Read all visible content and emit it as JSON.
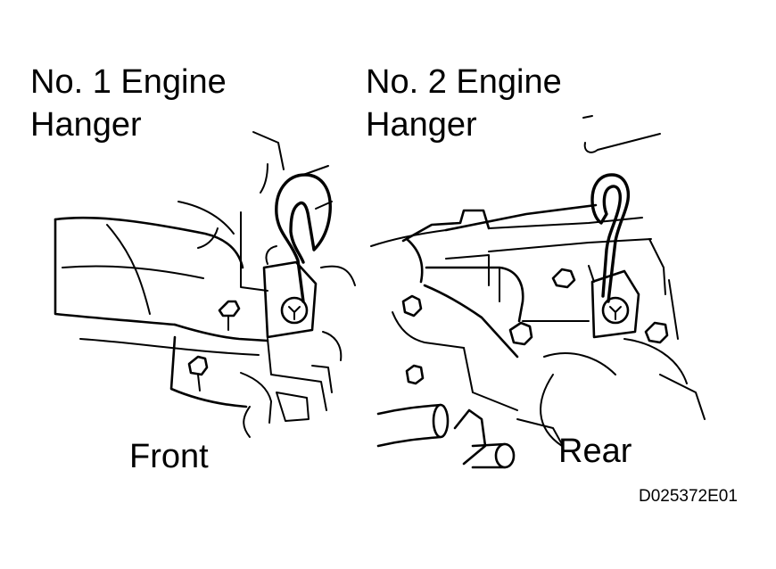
{
  "left_panel": {
    "title_line1": "No. 1 Engine",
    "title_line2": "Hanger",
    "direction": "Front",
    "hanger_icon": "engine-hanger-hook-icon"
  },
  "right_panel": {
    "title_line1": "No. 2 Engine",
    "title_line2": "Hanger",
    "direction": "Rear",
    "hanger_icon": "engine-hanger-hook-icon"
  },
  "figure_code": "D025372E01",
  "colors": {
    "ink": "#000000",
    "background": "#ffffff"
  }
}
